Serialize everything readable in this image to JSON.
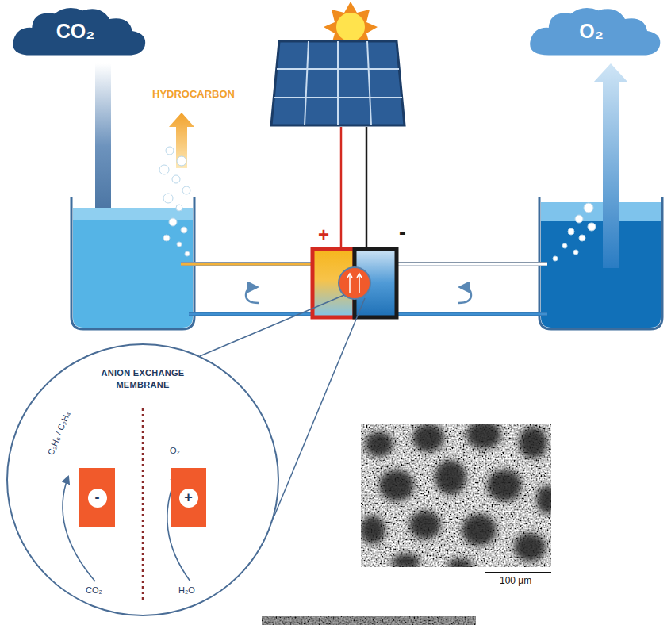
{
  "diagram": {
    "nodes": [
      {
        "text": [
          "CO₂"
        ]
      },
      {
        "text": [
          "O₂"
        ]
      },
      {
        "text": [
          "ANION EXCHANGE MEMBRANE"
        ]
      },
      {
        "text": [
          "-"
        ],
        "in": 2
      },
      {
        "text": [
          "+"
        ],
        "in": 2
      }
    ],
    "labels": [
      "HYDROCARBON",
      "+",
      "-",
      "C₂H₆ / C₂H₄",
      "CO₂",
      "O₂",
      "H₂O",
      "100 µm"
    ]
  }
}
